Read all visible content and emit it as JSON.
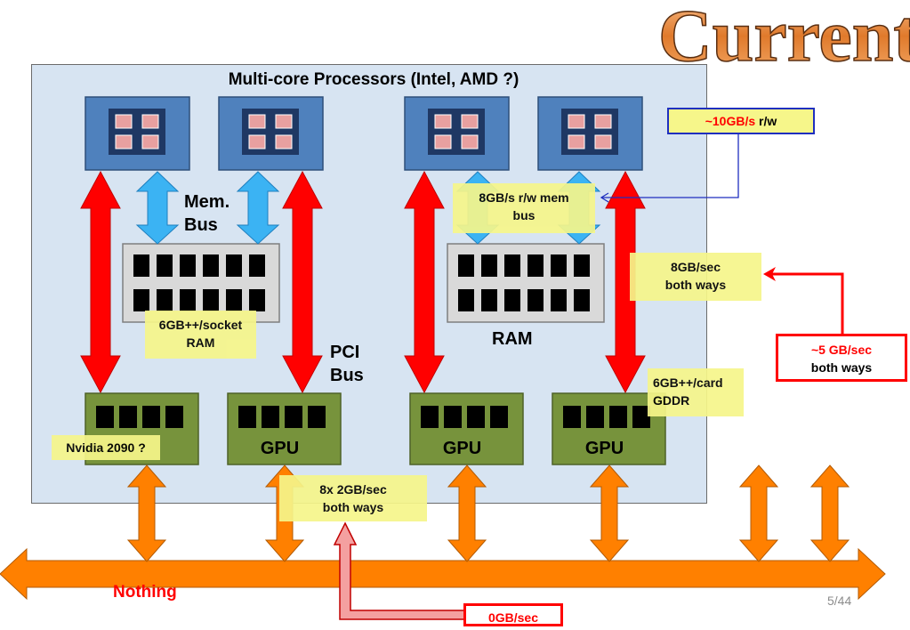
{
  "logo": {
    "word": "Current"
  },
  "main_title": "Multi-core Processors (Intel, AMD ?)",
  "labels": {
    "mem_bus_line1": "Mem.",
    "mem_bus_line2": "Bus",
    "pci_bus_line1": "PCI",
    "pci_bus_line2": "Bus",
    "ram": "RAM",
    "nothing": "Nothing",
    "page_number": "5/44"
  },
  "gpus": [
    {
      "label": ""
    },
    {
      "label": "GPU"
    },
    {
      "label": "GPU"
    },
    {
      "label": "GPU"
    }
  ],
  "notes": {
    "mem_bw_line1": "8GB/s r/w mem",
    "mem_bw_line2": "bus",
    "socket_ram_line1": "6GB++/socket",
    "socket_ram_line2": "RAM",
    "pci_bw_line1": "8GB/sec",
    "pci_bw_line2": "both ways",
    "card_ram_line1": "6GB++/card",
    "card_ram_line2": "GDDR",
    "nvidia": "Nvidia 2090 ?",
    "net_bw_line1": "8x 2GB/sec",
    "net_bw_line2": "both ways"
  },
  "callouts": {
    "ten_gb_value": "~10GB/s",
    "ten_gb_suffix": " r/w",
    "five_gb_line1": "~5 GB/sec",
    "five_gb_line2": "both ways",
    "zero_gb": "0GB/sec"
  },
  "colors": {
    "panel": "#d7e4f2",
    "cpu_blue": "#4f81bd",
    "core_dark": "#1f3864",
    "gpu_green": "#77933c",
    "red_arrow": "#ff0000",
    "mem_arrow": "#3bb3f3",
    "bus_orange": "#ff8000",
    "highlight": "#f6f68a",
    "callout_blue": "#1f2fbf"
  }
}
